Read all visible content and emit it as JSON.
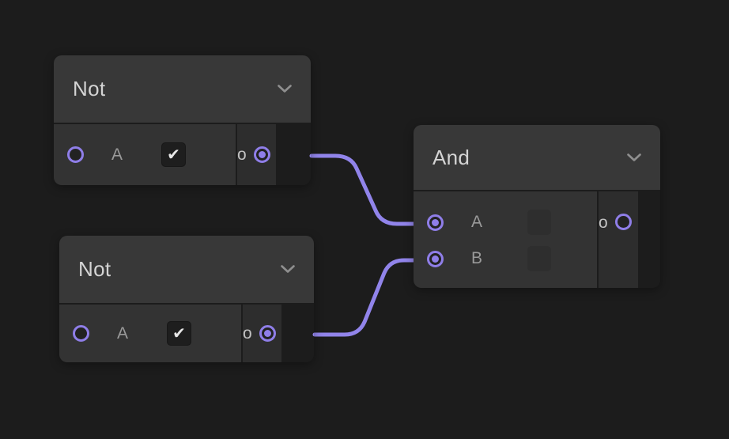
{
  "canvas": {
    "background": "#1c1c1c",
    "accent_purple": "#8f7ee8",
    "wire_color": "#9184ea",
    "node_header_color": "#383838",
    "node_body_color": "#333333",
    "node_output_column_color": "#2d2d2d"
  },
  "nodes": [
    {
      "title": "Not",
      "inputs": [
        {
          "label": "A",
          "control": "checkbox",
          "checked": true,
          "checkmark": "✔",
          "connected": false
        }
      ],
      "output": {
        "label": "o",
        "connected": true
      }
    },
    {
      "title": "Not",
      "inputs": [
        {
          "label": "A",
          "control": "checkbox",
          "checked": true,
          "checkmark": "✔",
          "connected": false
        }
      ],
      "output": {
        "label": "o",
        "connected": true
      }
    },
    {
      "title": "And",
      "inputs": [
        {
          "label": "A",
          "control": "checkbox",
          "checked": false,
          "connected": true
        },
        {
          "label": "B",
          "control": "checkbox",
          "checked": false,
          "connected": true
        }
      ],
      "output": {
        "label": "o",
        "connected": false
      }
    }
  ],
  "connections": [
    {
      "from": "Not-1 output o",
      "to": "And-1 input A"
    },
    {
      "from": "Not-2 output o",
      "to": "And-1 input B"
    }
  ]
}
